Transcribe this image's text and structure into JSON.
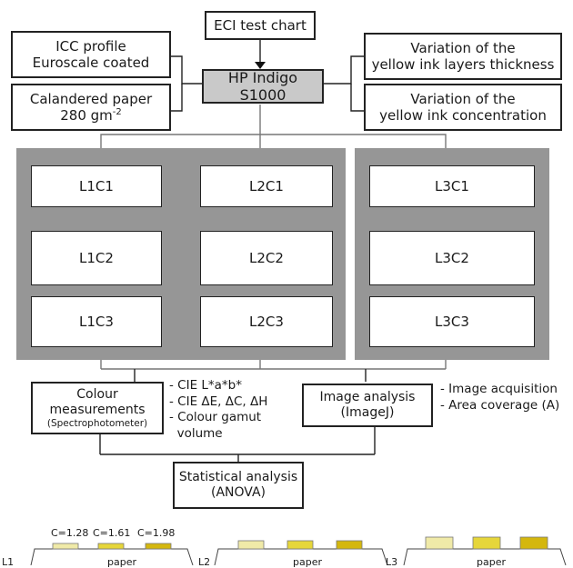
{
  "top": {
    "eci": "ECI test chart",
    "hp": "HP Indigo S1000",
    "icc_line1": "ICC profile",
    "icc_line2": "Euroscale coated",
    "paper_line1": "Calandered paper",
    "paper_line2": "280 gm",
    "paper_exp": "-2",
    "thick_line1": "Variation of the",
    "thick_line2": "yellow ink layers thickness",
    "conc_line1": "Variation of the",
    "conc_line2": "yellow ink concentration"
  },
  "panels": [
    [
      "L1C1",
      "L1C2",
      "L1C3"
    ],
    [
      "L2C1",
      "L2C2",
      "L2C3"
    ],
    [
      "L3C1",
      "L3C2",
      "L3C3"
    ]
  ],
  "colour": {
    "line1": "Colour",
    "line2": "measurements",
    "line3": "(Spectrophotometer)",
    "bullets": [
      "- CIE L*a*b*",
      "- CIE ΔE, ΔC, ΔH",
      "- Colour gamut",
      "  volume"
    ]
  },
  "image": {
    "line1": "Image analysis",
    "line2": "(ImageJ)",
    "bullets": [
      "- Image acquisition",
      "- Area coverage (A)"
    ]
  },
  "stats": {
    "line1": "Statistical analysis",
    "line2": "(ANOVA)"
  },
  "bottom": {
    "c_labels": [
      "C=1.28",
      "C=1.61",
      "C=1.98"
    ],
    "paper": "paper",
    "level_labels": [
      "L1",
      "L2",
      "L3"
    ]
  },
  "colors": {
    "panel": "#969696",
    "hp_fill": "#c9c9c9",
    "ink_light": "#f0eaa8",
    "ink_mid": "#e6d63a",
    "ink_dark": "#d4b70e"
  }
}
